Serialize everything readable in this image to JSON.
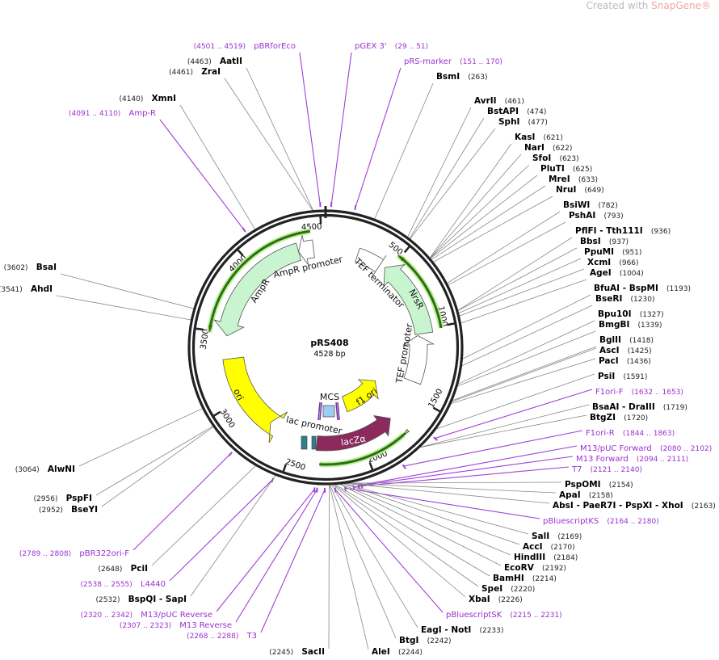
{
  "credit": {
    "prefix": "Created with ",
    "brand": "SnapGene®"
  },
  "plasmid": {
    "name": "pRS408",
    "length_label": "4528 bp",
    "length_bp": 4528
  },
  "ticks": [
    "500",
    "1000",
    "1500",
    "2000",
    "2500",
    "3000",
    "3500",
    "4000",
    "4500"
  ],
  "features": [
    {
      "label": "AmpR",
      "color": "#c8f5d0"
    },
    {
      "label": "AmpR promoter",
      "color": "#ffffff"
    },
    {
      "label": "NrsR",
      "color": "#c8f5d0"
    },
    {
      "label": "TEF terminator",
      "color": "#ffffff"
    },
    {
      "label": "TEF promoter",
      "color": "#ffffff"
    },
    {
      "label": "ori",
      "color": "#ffff00"
    },
    {
      "label": "f1 ori",
      "color": "#ffff00"
    },
    {
      "label": "lacZα",
      "color": "#8c2a5e"
    },
    {
      "label": "lac promoter",
      "color": "#2f7f8f"
    },
    {
      "label": "MCS",
      "color": "#9fcdf2"
    }
  ],
  "labels": [
    {
      "kind": "primer",
      "name": "pBRforEco",
      "pos": "(4501 .. 4519)"
    },
    {
      "kind": "enzyme",
      "name": "AatII",
      "pos": "(4463)"
    },
    {
      "kind": "enzyme",
      "name": "ZraI",
      "pos": "(4461)"
    },
    {
      "kind": "enzyme",
      "name": "XmnI",
      "pos": "(4140)"
    },
    {
      "kind": "primer",
      "name": "Amp-R",
      "pos": "(4091 .. 4110)"
    },
    {
      "kind": "enzyme",
      "name": "BsaI",
      "pos": "(3602)"
    },
    {
      "kind": "enzyme",
      "name": "AhdI",
      "pos": "(3541)"
    },
    {
      "kind": "enzyme",
      "name": "AlwNI",
      "pos": "(3064)"
    },
    {
      "kind": "enzyme",
      "name": "PspFI",
      "pos": "(2956)"
    },
    {
      "kind": "enzyme",
      "name": "BseYI",
      "pos": "(2952)"
    },
    {
      "kind": "primer",
      "name": "pBR322ori-F",
      "pos": "(2789 .. 2808)"
    },
    {
      "kind": "enzyme",
      "name": "PciI",
      "pos": "(2648)"
    },
    {
      "kind": "primer",
      "name": "L4440",
      "pos": "(2538 .. 2555)"
    },
    {
      "kind": "enzyme",
      "name": "BspQI - SapI",
      "pos": "(2532)"
    },
    {
      "kind": "primer",
      "name": "M13/pUC Reverse",
      "pos": "(2320 .. 2342)"
    },
    {
      "kind": "primer",
      "name": "M13 Reverse",
      "pos": "(2307 .. 2323)"
    },
    {
      "kind": "primer",
      "name": "T3",
      "pos": "(2268 .. 2288)"
    },
    {
      "kind": "enzyme",
      "name": "SacII",
      "pos": "(2245)"
    },
    {
      "kind": "primer",
      "name": "pGEX 3'",
      "pos": "(29 .. 51)"
    },
    {
      "kind": "primer",
      "name": "pRS-marker",
      "pos": "(151 .. 170)"
    },
    {
      "kind": "enzyme",
      "name": "BsmI",
      "pos": "(263)"
    },
    {
      "kind": "enzyme",
      "name": "AvrII",
      "pos": "(461)"
    },
    {
      "kind": "enzyme",
      "name": "BstAPI",
      "pos": "(474)"
    },
    {
      "kind": "enzyme",
      "name": "SphI",
      "pos": "(477)"
    },
    {
      "kind": "enzyme",
      "name": "KasI",
      "pos": "(621)"
    },
    {
      "kind": "enzyme",
      "name": "NarI",
      "pos": "(622)"
    },
    {
      "kind": "enzyme",
      "name": "SfoI",
      "pos": "(623)"
    },
    {
      "kind": "enzyme",
      "name": "PluTI",
      "pos": "(625)"
    },
    {
      "kind": "enzyme",
      "name": "MreI",
      "pos": "(633)"
    },
    {
      "kind": "enzyme",
      "name": "NruI",
      "pos": "(649)"
    },
    {
      "kind": "enzyme",
      "name": "BsiWI",
      "pos": "(782)"
    },
    {
      "kind": "enzyme",
      "name": "PshAI",
      "pos": "(793)"
    },
    {
      "kind": "enzyme",
      "name": "PflFI - Tth111I",
      "pos": "(936)"
    },
    {
      "kind": "enzyme",
      "name": "BbsI",
      "pos": "(937)"
    },
    {
      "kind": "enzyme",
      "name": "PpuMI",
      "pos": "(951)"
    },
    {
      "kind": "enzyme",
      "name": "XcmI",
      "pos": "(966)"
    },
    {
      "kind": "enzyme",
      "name": "AgeI",
      "pos": "(1004)"
    },
    {
      "kind": "enzyme",
      "name": "BfuAI - BspMI",
      "pos": "(1193)"
    },
    {
      "kind": "enzyme",
      "name": "BseRI",
      "pos": "(1230)"
    },
    {
      "kind": "enzyme",
      "name": "Bpu10I",
      "pos": "(1327)"
    },
    {
      "kind": "enzyme",
      "name": "BmgBI",
      "pos": "(1339)"
    },
    {
      "kind": "enzyme",
      "name": "BglII",
      "pos": "(1418)"
    },
    {
      "kind": "enzyme",
      "name": "AscI",
      "pos": "(1425)"
    },
    {
      "kind": "enzyme",
      "name": "PacI",
      "pos": "(1436)"
    },
    {
      "kind": "enzyme",
      "name": "PsiI",
      "pos": "(1591)"
    },
    {
      "kind": "primer",
      "name": "F1ori-F",
      "pos": "(1632 .. 1653)"
    },
    {
      "kind": "enzyme",
      "name": "BsaAI - DraIII",
      "pos": "(1719)"
    },
    {
      "kind": "enzyme",
      "name": "BtgZI",
      "pos": "(1720)"
    },
    {
      "kind": "primer",
      "name": "F1ori-R",
      "pos": "(1844 .. 1863)"
    },
    {
      "kind": "primer",
      "name": "M13/pUC Forward",
      "pos": "(2080 .. 2102)"
    },
    {
      "kind": "primer",
      "name": "M13 Forward",
      "pos": "(2094 .. 2111)"
    },
    {
      "kind": "primer",
      "name": "T7",
      "pos": "(2121 .. 2140)"
    },
    {
      "kind": "enzyme",
      "name": "PspOMI",
      "pos": "(2154)"
    },
    {
      "kind": "enzyme",
      "name": "ApaI",
      "pos": "(2158)"
    },
    {
      "kind": "enzyme",
      "name": "AbsI - PaeR7I - PspXI - XhoI",
      "pos": "(2163)"
    },
    {
      "kind": "primer",
      "name": "pBluescriptKS",
      "pos": "(2164 .. 2180)"
    },
    {
      "kind": "enzyme",
      "name": "SalI",
      "pos": "(2169)"
    },
    {
      "kind": "enzyme",
      "name": "AccI",
      "pos": "(2170)"
    },
    {
      "kind": "enzyme",
      "name": "HindIII",
      "pos": "(2184)"
    },
    {
      "kind": "enzyme",
      "name": "EcoRV",
      "pos": "(2192)"
    },
    {
      "kind": "enzyme",
      "name": "BamHI",
      "pos": "(2214)"
    },
    {
      "kind": "enzyme",
      "name": "SpeI",
      "pos": "(2220)"
    },
    {
      "kind": "enzyme",
      "name": "XbaI",
      "pos": "(2226)"
    },
    {
      "kind": "primer",
      "name": "pBluescriptSK",
      "pos": "(2215 .. 2231)"
    },
    {
      "kind": "enzyme",
      "name": "EagI - NotI",
      "pos": "(2233)"
    },
    {
      "kind": "enzyme",
      "name": "BtgI",
      "pos": "(2242)"
    },
    {
      "kind": "enzyme",
      "name": "AleI",
      "pos": "(2244)"
    }
  ]
}
